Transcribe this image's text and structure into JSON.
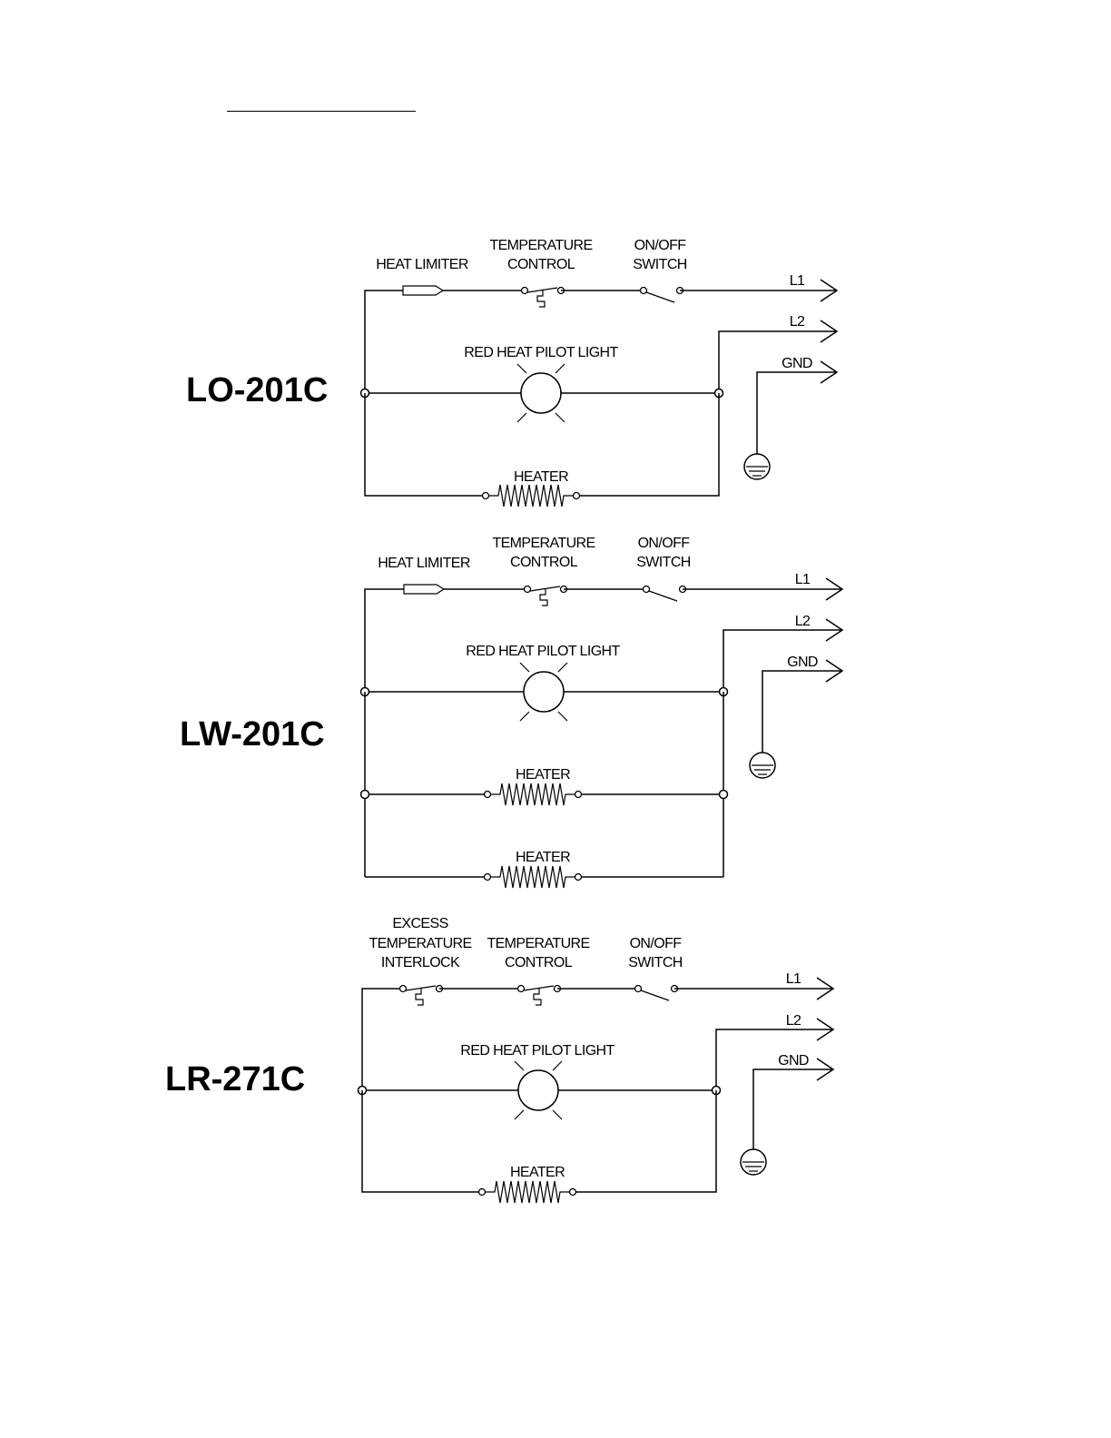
{
  "diagrams": [
    {
      "model": "LO-201C",
      "labels": {
        "heat_limiter": "HEAT LIMITER",
        "temp_control_1": "TEMPERATURE",
        "temp_control_2": "CONTROL",
        "onoff_1": "ON/OFF",
        "onoff_2": "SWITCH",
        "l1": "L1",
        "l2": "L2",
        "gnd": "GND",
        "pilot": "RED HEAT PILOT LIGHT",
        "heater": "HEATER"
      }
    },
    {
      "model": "LW-201C",
      "labels": {
        "heat_limiter": "HEAT LIMITER",
        "temp_control_1": "TEMPERATURE",
        "temp_control_2": "CONTROL",
        "onoff_1": "ON/OFF",
        "onoff_2": "SWITCH",
        "l1": "L1",
        "l2": "L2",
        "gnd": "GND",
        "pilot": "RED HEAT PILOT LIGHT",
        "heater_1": "HEATER",
        "heater_2": "HEATER"
      }
    },
    {
      "model": "LR-271C",
      "labels": {
        "interlock_1": "EXCESS",
        "interlock_2": "TEMPERATURE",
        "interlock_3": "INTERLOCK",
        "temp_control_1": "TEMPERATURE",
        "temp_control_2": "CONTROL",
        "onoff_1": "ON/OFF",
        "onoff_2": "SWITCH",
        "l1": "L1",
        "l2": "L2",
        "gnd": "GND",
        "pilot": "RED HEAT PILOT LIGHT",
        "heater": "HEATER"
      }
    }
  ]
}
